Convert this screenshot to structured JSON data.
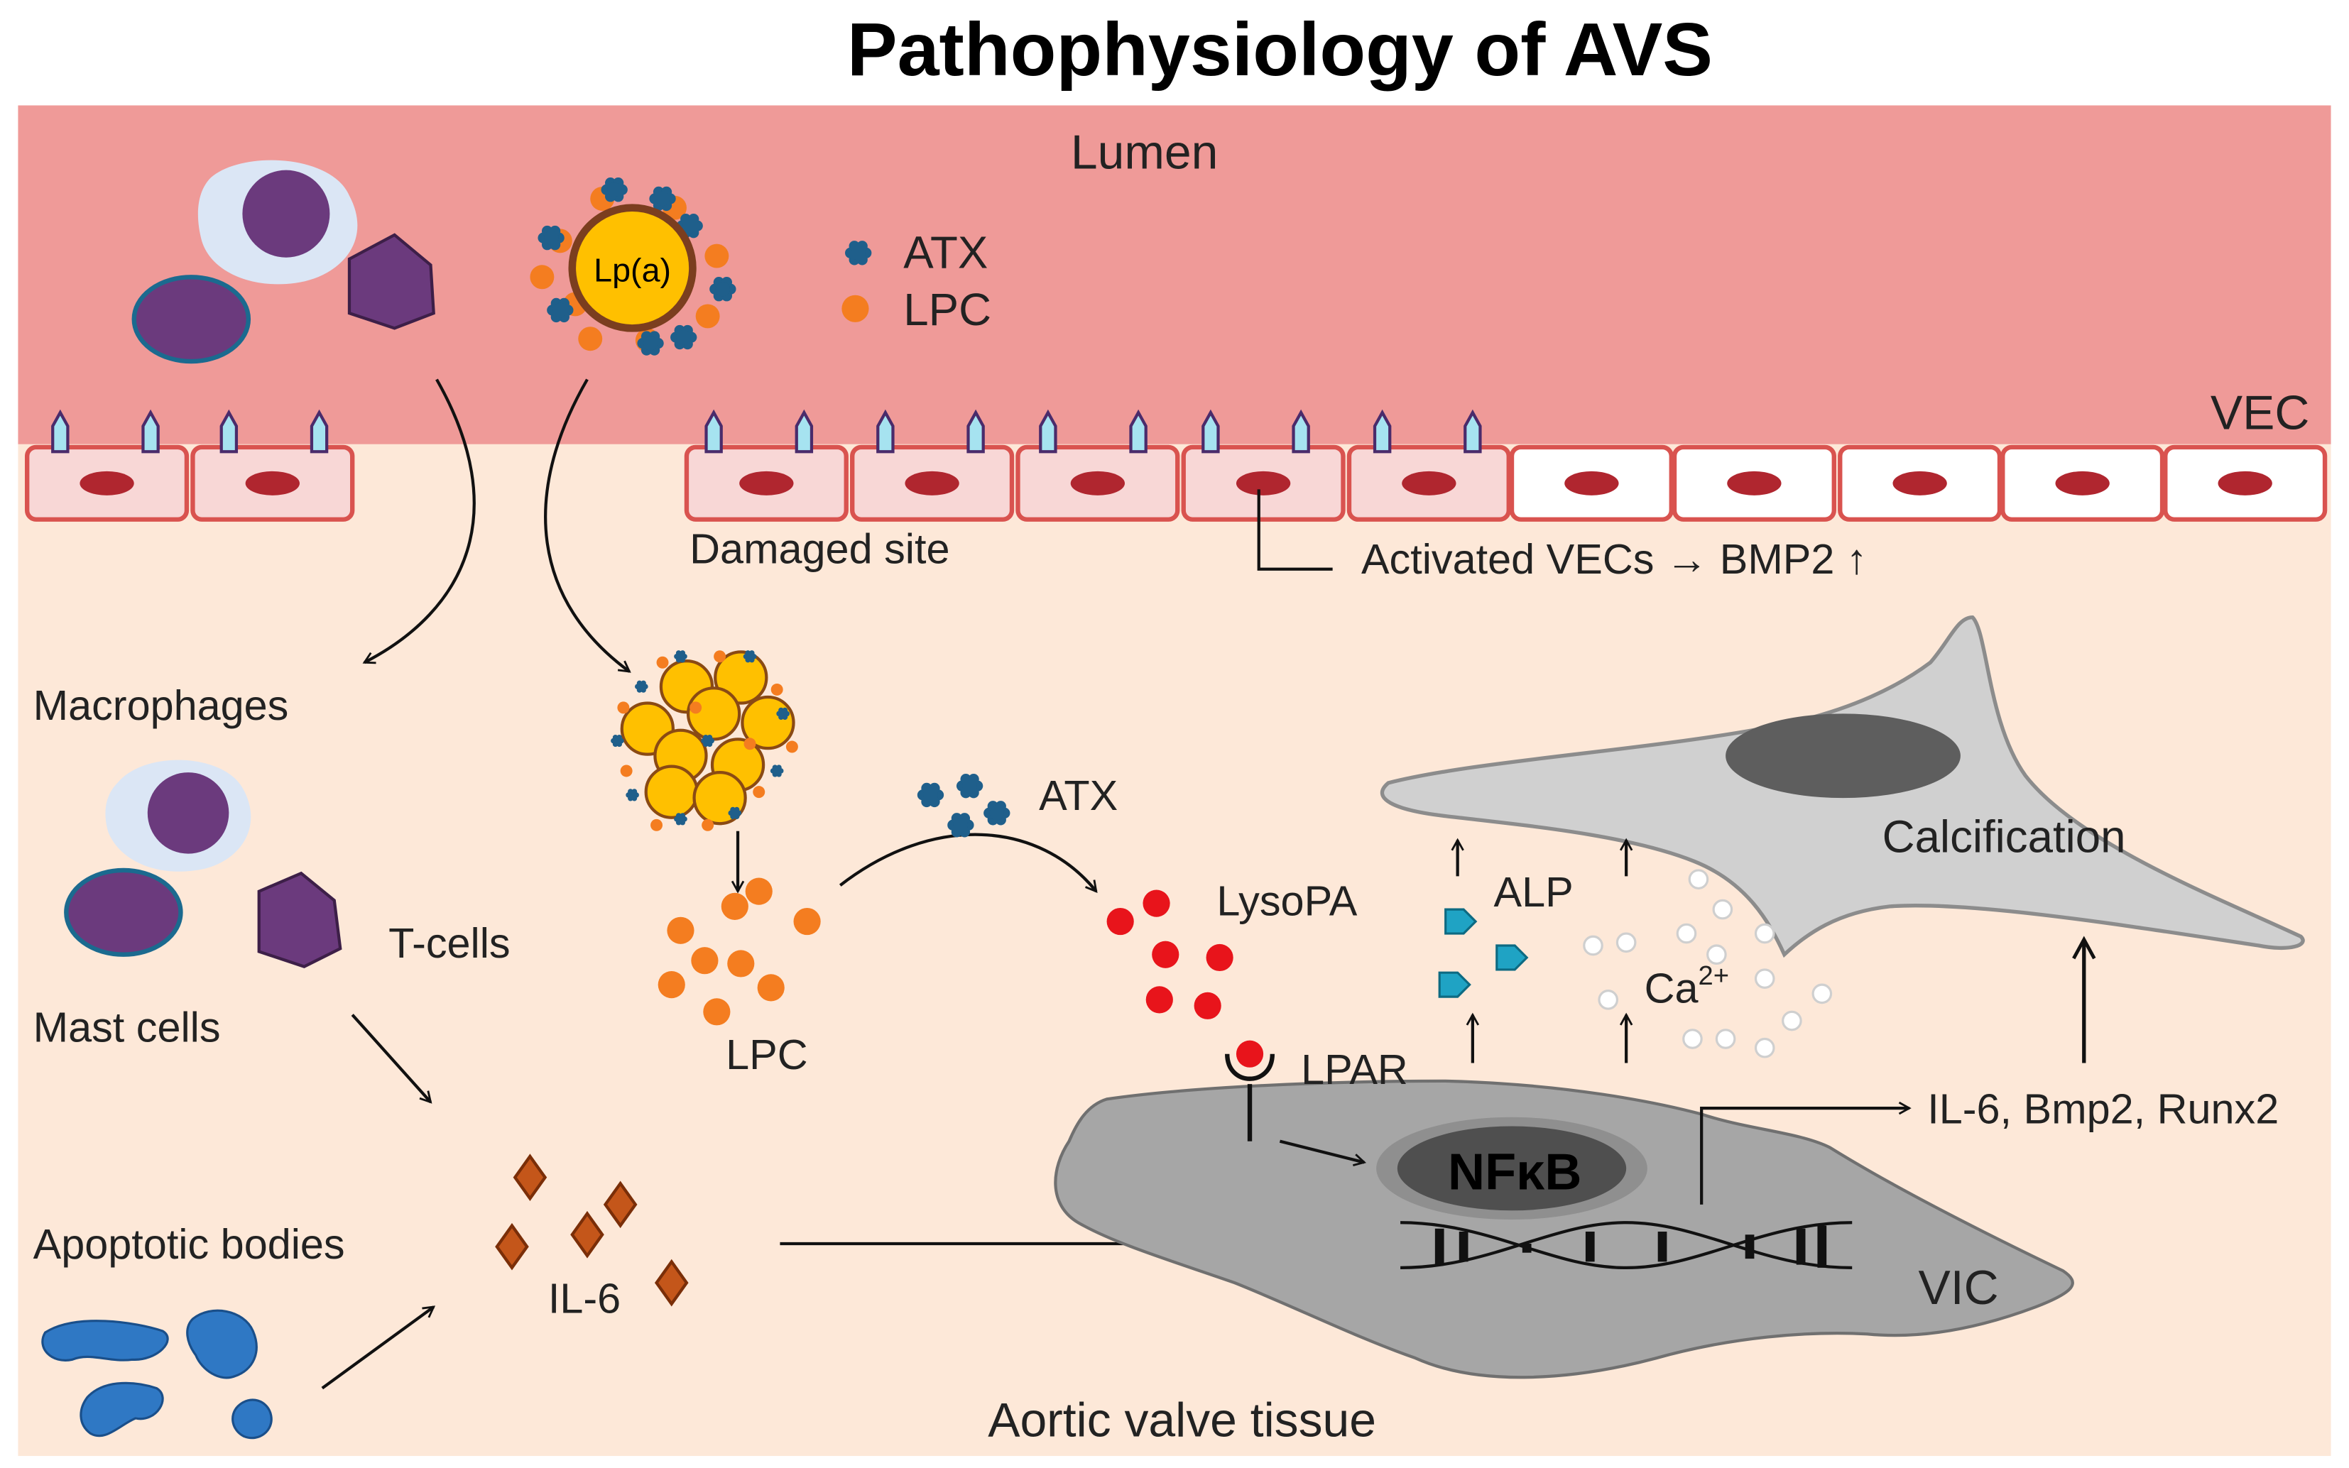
{
  "title": "Pathophysiology of AVS",
  "labels": {
    "lumen": "Lumen",
    "vec": "VEC",
    "lpa": "Lp(a)",
    "legend_atx": "ATX",
    "legend_lpc": "LPC",
    "damaged_site": "Damaged site",
    "activated_vecs": "Activated VECs → BMP2 ↑",
    "macrophages": "Macrophages",
    "t_cells": "T-cells",
    "mast_cells": "Mast cells",
    "apoptotic_bodies": "Apoptotic bodies",
    "il6": "IL-6",
    "lpc": "LPC",
    "atx": "ATX",
    "lysopa": "LysoPA",
    "lpar": "LPAR",
    "alp": "ALP",
    "ca": "Ca",
    "ca_sup": "2+",
    "calcification": "Calcification",
    "nfkb": "NFκB",
    "vic": "VIC",
    "gene_output": "IL-6, Bmp2, Runx2",
    "tissue": "Aortic valve tissue"
  },
  "colors": {
    "lumen": "#ef9a98",
    "tissue": "#fde8d8",
    "cell_border": "#d9534f",
    "cell_fill_activated": "#f8d7d6",
    "cell_fill_normal": "#ffffff",
    "nucleus": "#b0262f",
    "atx": "#1f5f8b",
    "lpc": "#f47d20",
    "lysopa": "#e8141b",
    "lpa_core": "#ffc000",
    "immune_cell": "#6b3a7d",
    "apoptotic": "#2f78c4",
    "il6": "#c4561a",
    "alp": "#1fa3c4",
    "vic": "#a6a6a6",
    "calc_cell": "#d0d0d0"
  }
}
